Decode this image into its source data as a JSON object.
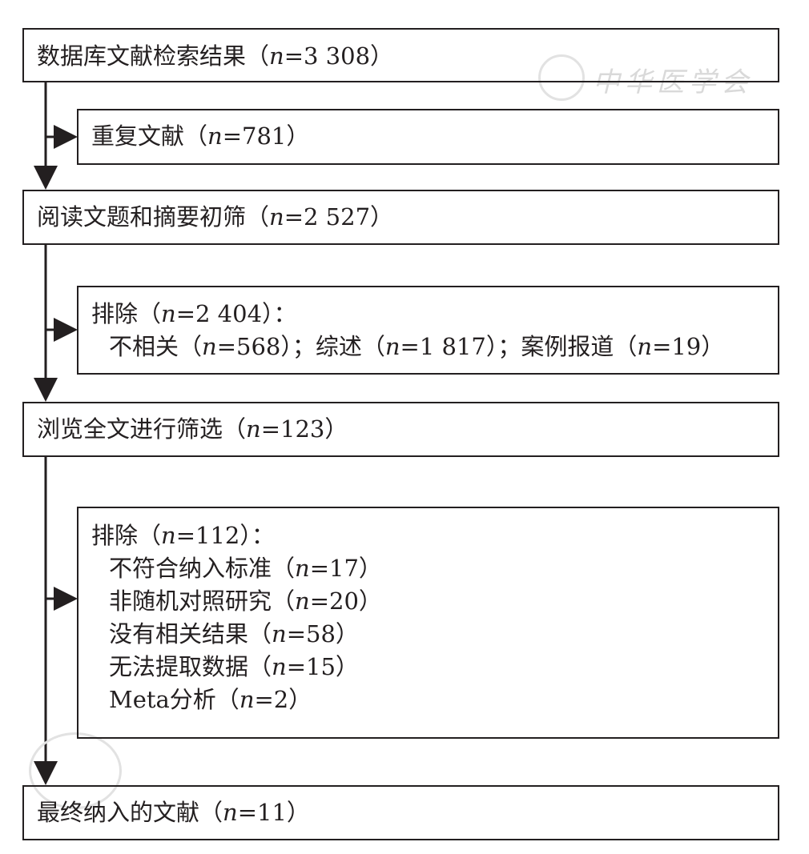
{
  "boxes": [
    {
      "lines": [
        {
          "pre": "数据库文献检索结果（",
          "var": "n",
          "post": "=3 308）"
        }
      ]
    },
    {
      "lines": [
        {
          "pre": "重复文献（",
          "var": "n",
          "post": "=781）"
        }
      ]
    },
    {
      "lines": [
        {
          "pre": "阅读文题和摘要初筛（",
          "var": "n",
          "post": "=2 527）"
        }
      ]
    },
    {
      "lines": [
        {
          "pre": "排除（",
          "var": "n",
          "post": "=2 404）："
        },
        {
          "pre": "不相关（",
          "var": "n",
          "post": "=568）；综述（",
          "var2": "n",
          "post2": "=1 817）；案例报道（",
          "var3": "n",
          "post3": "=19）"
        }
      ]
    },
    {
      "lines": [
        {
          "pre": "浏览全文进行筛选（",
          "var": "n",
          "post": "=123）"
        }
      ]
    },
    {
      "lines": [
        {
          "pre": "排除（",
          "var": "n",
          "post": "=112）："
        },
        {
          "pre": "不符合纳入标准（",
          "var": "n",
          "post": "=17）"
        },
        {
          "pre": "非随机对照研究（",
          "var": "n",
          "post": "=20）"
        },
        {
          "pre": "没有相关结果（",
          "var": "n",
          "post": "=58）"
        },
        {
          "pre": "无法提取数据（",
          "var": "n",
          "post": "=15）"
        },
        {
          "pre": "Meta分析（",
          "var": "n",
          "post": "=2）"
        }
      ]
    },
    {
      "lines": [
        {
          "pre": "最终纳入的文献（",
          "var": "n",
          "post": "=11）"
        }
      ]
    }
  ],
  "watermark": {
    "logo_text": "中华医学会"
  }
}
